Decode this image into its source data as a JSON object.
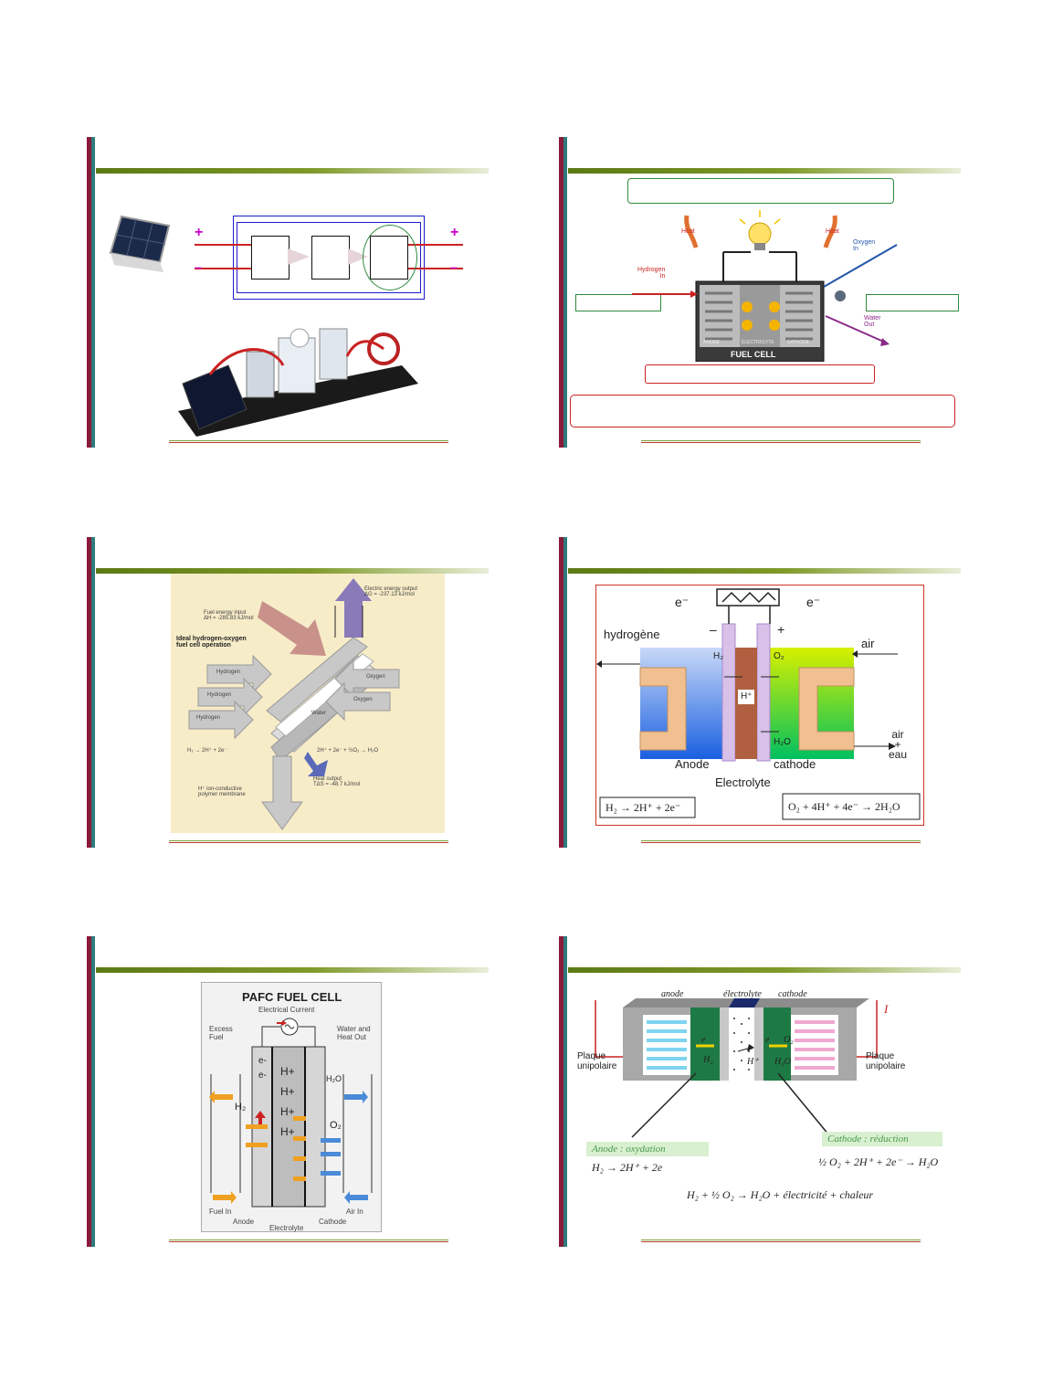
{
  "slide1": {
    "plus_left": "+",
    "minus_left": "–",
    "plus_right": "+",
    "minus_right": "–",
    "photo1_icon": "solar-panel-icon",
    "photo2_icon": "fuel-cell-kit-icon"
  },
  "slide2": {
    "hydrogen_label": "Hydrogen\nIn",
    "heat_left": "Heat",
    "heat_right": "Heat",
    "oxygen_label": "Oxygen\nIn",
    "water_label": "Water\nOut",
    "fuel_cell": "FUEL CELL",
    "anode": "ANODE",
    "electrolyte": "ELECTROLYTE",
    "cathode": "CATHODE"
  },
  "slide3": {
    "electric_energy": "Electric energy output\nΔG = -237.13 kJ/mol",
    "fuel_energy": "Fuel energy input\nΔH = -285.83 kJ/mol",
    "ideal": "Ideal hydrogen-oxygen\nfuel cell operation",
    "hydrogen1": "Hydrogen",
    "hydrogen2": "Hydrogen",
    "hydrogen3": "Hydrogen",
    "oxygen1": "Oxygen",
    "oxygen2": "Oxygen",
    "water": "Water",
    "anode_eq": "H₂ → 2H⁺ + 2e⁻",
    "cathode_eq": "2H⁺ + 2e⁻ + ½O₂ → H₂O",
    "membrane": "H⁺ ion-conductive\npolymer membrane",
    "heat_out": "Heat output\nTΔS = -48.7 kJ/mol"
  },
  "slide4": {
    "e_left": "e⁻",
    "e_right": "e⁻",
    "minus": "–",
    "plus": "+",
    "hydrogene": "hydrogène",
    "air_in": "air",
    "h2": "H₂",
    "o2": "O₂",
    "hplus": "H⁺",
    "h2o": "H₂O",
    "air_out": "air\n+\neau",
    "anode": "Anode",
    "cathode": "cathode",
    "electrolyte": "Electrolyte",
    "eq_left": "H₂ → 2H⁺ + 2e⁻",
    "eq_right": "O₂ + 4H⁺ + 4e⁻ → 2H₂O"
  },
  "slide5": {
    "title": "PAFC FUEL CELL",
    "current": "Electrical Current",
    "excess_fuel": "Excess\nFuel",
    "water_heat": "Water and\nHeat Out",
    "e1": "e-",
    "e2": "e-",
    "hplus": [
      "H+",
      "H+",
      "H+",
      "H+"
    ],
    "h2": "H₂",
    "o2": "O₂",
    "h2o": "H₂O",
    "fuel_in": "Fuel In",
    "air_in": "Air In",
    "anode": "Anode",
    "electrolyte": "Electrolyte",
    "cathode": "Cathode"
  },
  "slide6": {
    "anode": "anode",
    "electrolyte": "électrolyte",
    "cathode": "cathode",
    "current": "I",
    "plaque_left": "Plaque\nunipolaire",
    "plaque_right": "Plaque\nunipolaire",
    "h2": "H₂",
    "hplus": "H⁺",
    "h2o": "H₂O",
    "e_left": "e",
    "e_right": "e",
    "o2": "O₂",
    "anode_box": "Anode : oxydation",
    "anode_eq": "H₂ → 2H⁺ + 2e",
    "cathode_box": "Cathode : réduction",
    "cathode_eq": "½ O₂ + 2H⁺ + 2e⁻ → H₂O",
    "global_eq": "H₂ + ½ O₂ → H₂O + électricité + chaleur"
  },
  "colors": {
    "accent_green": "#2e8b3e",
    "accent_red": "#cc2222",
    "frame_blue": "#1a1acc"
  }
}
